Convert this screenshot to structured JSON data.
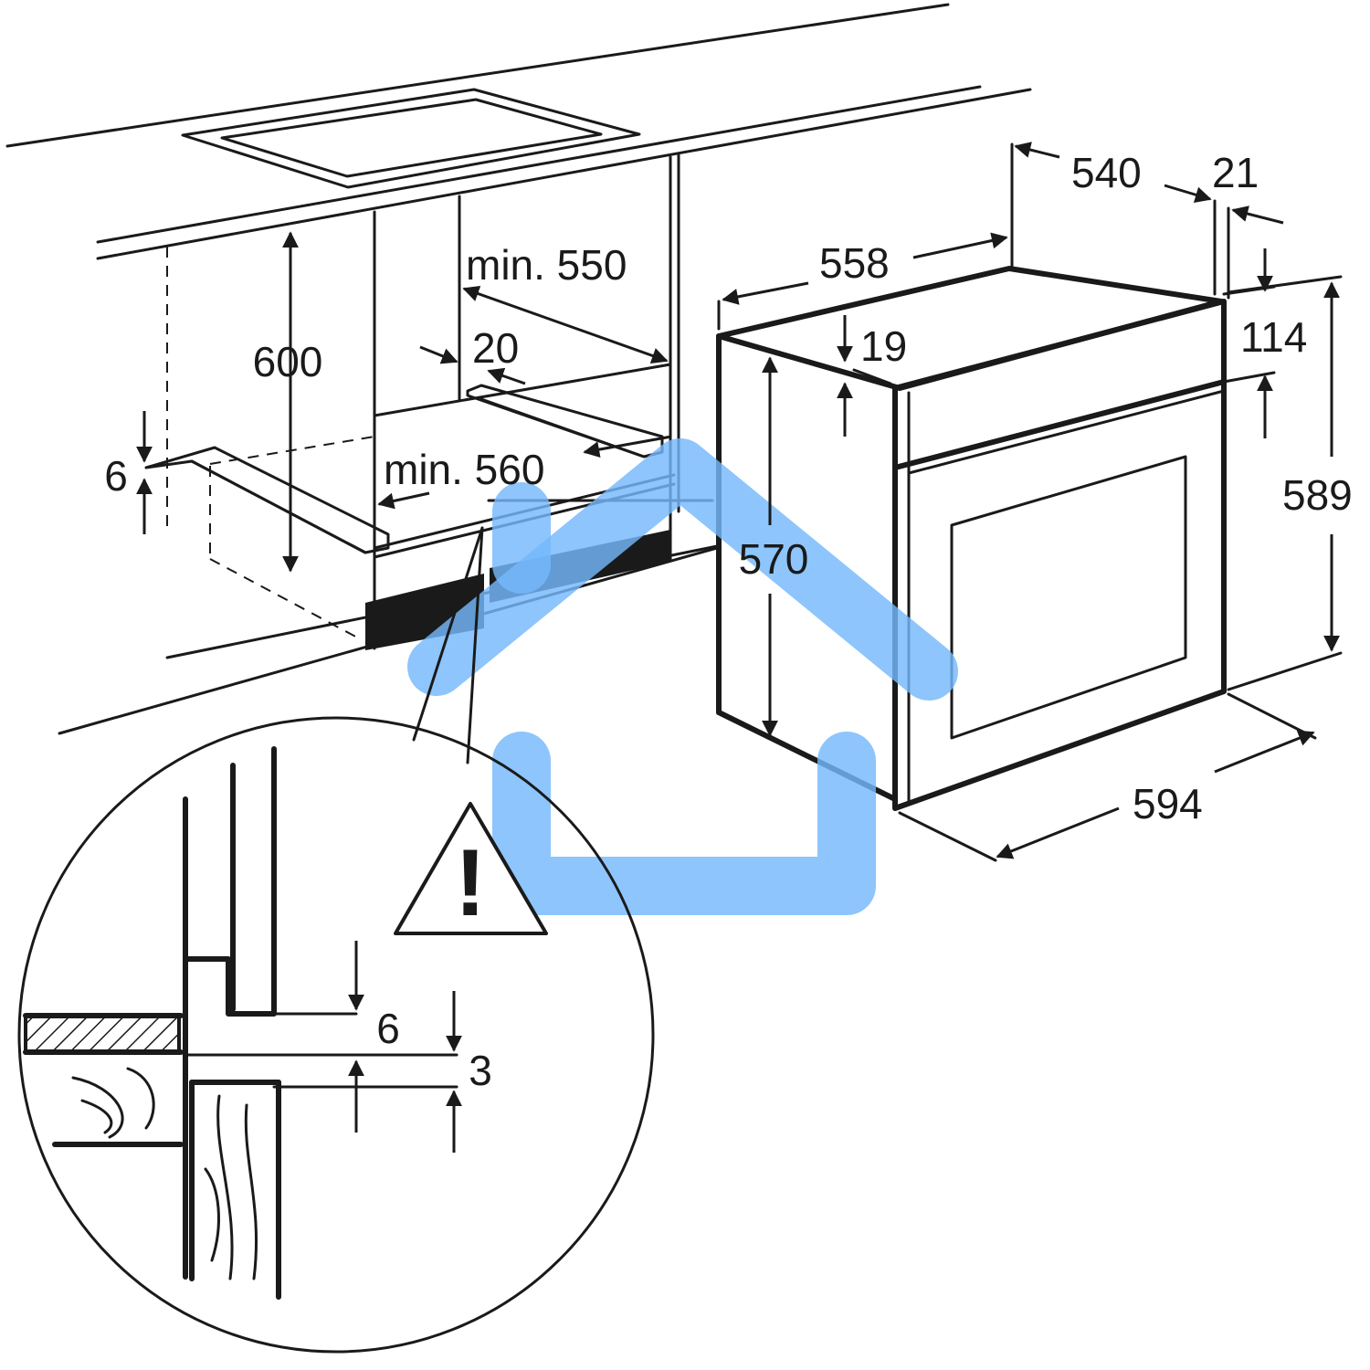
{
  "dimensions": {
    "cabinet_height": "600",
    "cabinet_depth_min": "min. 550",
    "rear_gap": "20",
    "cabinet_width_min": "min. 560",
    "support_height": "6",
    "oven_top_depth": "558",
    "oven_body_depth": "540",
    "panel_thickness": "21",
    "top_offset": "19",
    "control_panel_height": "114",
    "oven_body_height": "570",
    "oven_front_height": "589",
    "oven_width": "594",
    "detail_gap_a": "6",
    "detail_gap_b": "3"
  },
  "warning": {
    "icon": "warning-triangle-icon",
    "glyph": "!"
  },
  "watermark": {
    "icon": "home-outline-icon",
    "color": "#74b8fb"
  },
  "colors": {
    "line": "#1a1a1a",
    "background": "#ffffff"
  }
}
